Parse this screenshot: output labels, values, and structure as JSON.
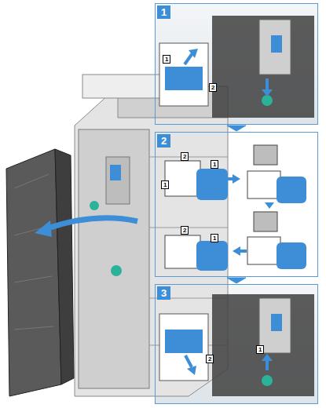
{
  "diagram": {
    "nodes": [
      {
        "text": [
          "1"
        ]
      },
      {
        "text": [
          "2"
        ]
      },
      {
        "text": [
          "3"
        ]
      }
    ],
    "edges": [
      {
        "from": 0,
        "to": 1,
        "arrow": "to"
      },
      {
        "from": 1,
        "to": 2,
        "arrow": "to"
      }
    ],
    "labels": [
      "1",
      "2",
      "2",
      "1",
      "1",
      "2",
      "1",
      "1",
      "2"
    ]
  }
}
